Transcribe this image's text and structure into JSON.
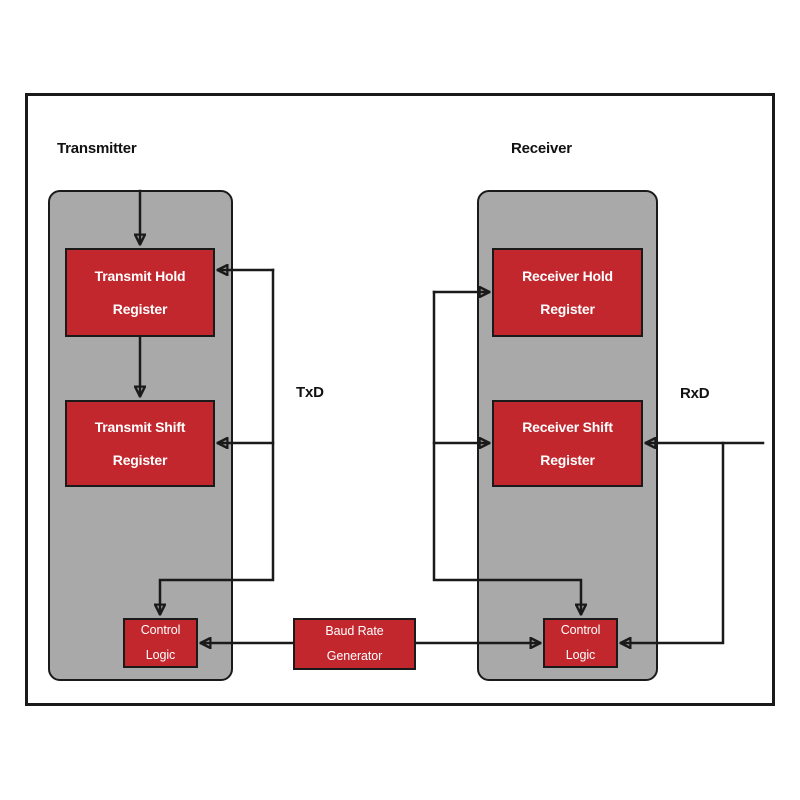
{
  "colors": {
    "block_fill": "#c1272d",
    "panel_fill": "#a9a9a9",
    "line": "#1a1a1a",
    "text_on_block": "#ffffff",
    "label_text": "#111111"
  },
  "diagram": {
    "transmitter_label": "Transmitter",
    "receiver_label": "Receiver",
    "txd_label": "TxD",
    "rxd_label": "RxD",
    "blocks": {
      "transmit_hold": {
        "line1": "Transmit Hold",
        "line2": "Register"
      },
      "transmit_shift": {
        "line1": "Transmit Shift",
        "line2": "Register"
      },
      "receiver_hold": {
        "line1": "Receiver Hold",
        "line2": "Register"
      },
      "receiver_shift": {
        "line1": "Receiver Shift",
        "line2": "Register"
      },
      "transmitter_control": {
        "line1": "Control",
        "line2": "Logic"
      },
      "receiver_control": {
        "line1": "Control",
        "line2": "Logic"
      },
      "baud_rate_generator": {
        "line1": "Baud Rate",
        "line2": "Generator"
      }
    }
  }
}
